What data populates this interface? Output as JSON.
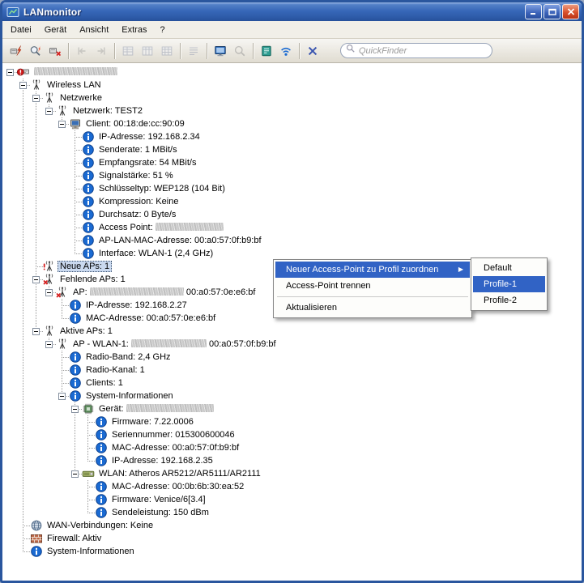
{
  "colors": {
    "titlebar-blue": "#3767b8",
    "close-red": "#c1351d",
    "menu-highlight": "#3163c5",
    "selection-bg": "#cad9ef",
    "info-blue": "#1a6ad2"
  },
  "window": {
    "title": "LANmonitor",
    "controls": [
      {
        "name": "minimize"
      },
      {
        "name": "maximize"
      },
      {
        "name": "close"
      }
    ]
  },
  "menubar": {
    "items": [
      {
        "label": "Datei",
        "name": "datei"
      },
      {
        "label": "Gerät",
        "name": "geraet"
      },
      {
        "label": "Ansicht",
        "name": "ansicht"
      },
      {
        "label": "Extras",
        "name": "extras"
      },
      {
        "label": "?",
        "name": "hilfe"
      }
    ]
  },
  "toolbar": {
    "quickfinder_placeholder": "QuickFinder",
    "groups": [
      [
        {
          "icon": "device-connect",
          "enabled": true
        },
        {
          "icon": "device-search",
          "enabled": true
        },
        {
          "icon": "device-disconnect",
          "enabled": true
        }
      ],
      [
        {
          "icon": "nav-prev",
          "enabled": false
        },
        {
          "icon": "nav-next",
          "enabled": false
        }
      ],
      [
        {
          "icon": "view-table",
          "enabled": false
        },
        {
          "icon": "view-columns",
          "enabled": false
        },
        {
          "icon": "view-grid",
          "enabled": false
        }
      ],
      [
        {
          "icon": "view-list",
          "enabled": false
        }
      ],
      [
        {
          "icon": "monitor",
          "enabled": true
        },
        {
          "icon": "magnifier",
          "enabled": false
        }
      ],
      [
        {
          "icon": "trace",
          "enabled": true
        },
        {
          "icon": "wifi",
          "enabled": true
        }
      ],
      [
        {
          "icon": "close-x",
          "enabled": true
        }
      ]
    ]
  },
  "tree": {
    "rows": [
      {
        "level": 0,
        "icon": "device-alert",
        "name": "device-root",
        "parts": [
          {
            "blur": 103
          }
        ]
      },
      {
        "level": 1,
        "icon": "wlan-antenna",
        "name": "wireless-lan",
        "parts": [
          {
            "text": "Wireless LAN"
          }
        ]
      },
      {
        "level": 2,
        "icon": "wlan-antenna",
        "name": "netzwerke",
        "parts": [
          {
            "text": "Netzwerke"
          }
        ]
      },
      {
        "level": 3,
        "icon": "wlan-antenna",
        "name": "netzwerk-test2",
        "parts": [
          {
            "text": "Netzwerk: TEST2"
          }
        ]
      },
      {
        "level": 4,
        "icon": "client-computer",
        "name": "client",
        "parts": [
          {
            "text": "Client: 00:18:de:cc:90:09"
          }
        ]
      },
      {
        "level": 5,
        "icon": "info",
        "name": "client-ip",
        "parts": [
          {
            "text": "IP-Adresse: 192.168.2.34"
          }
        ]
      },
      {
        "level": 5,
        "icon": "info",
        "name": "senderate",
        "parts": [
          {
            "text": "Senderate: 1 MBit/s"
          }
        ]
      },
      {
        "level": 5,
        "icon": "info",
        "name": "empfangsrate",
        "parts": [
          {
            "text": "Empfangsrate: 54 MBit/s"
          }
        ]
      },
      {
        "level": 5,
        "icon": "info",
        "name": "signalstaerke",
        "parts": [
          {
            "text": "Signalstärke: 51 %"
          }
        ]
      },
      {
        "level": 5,
        "icon": "info",
        "name": "schluesseltyp",
        "parts": [
          {
            "text": "Schlüsseltyp: WEP128 (104 Bit)"
          }
        ]
      },
      {
        "level": 5,
        "icon": "info",
        "name": "kompression",
        "parts": [
          {
            "text": "Kompression: Keine"
          }
        ]
      },
      {
        "level": 5,
        "icon": "info",
        "name": "durchsatz",
        "parts": [
          {
            "text": "Durchsatz: 0 Byte/s"
          }
        ]
      },
      {
        "level": 5,
        "icon": "info",
        "name": "access-point",
        "parts": [
          {
            "text": "Access Point: "
          },
          {
            "blur": 84
          }
        ]
      },
      {
        "level": 5,
        "icon": "info",
        "name": "ap-lan-mac",
        "parts": [
          {
            "text": "AP-LAN-MAC-Adresse: 00:a0:57:0f:b9:bf"
          }
        ]
      },
      {
        "level": 5,
        "icon": "info",
        "name": "interface",
        "parts": [
          {
            "text": "Interface: WLAN-1 (2,4 GHz)"
          }
        ]
      },
      {
        "level": 2,
        "icon": "ap-new",
        "name": "neue-aps",
        "selected": true,
        "parts": [
          {
            "text": "Neue APs: 1"
          }
        ]
      },
      {
        "level": 2,
        "icon": "ap-missing",
        "name": "fehlende-aps",
        "parts": [
          {
            "text": "Fehlende APs: 1"
          }
        ]
      },
      {
        "level": 3,
        "icon": "ap-missing",
        "name": "missing-ap",
        "parts": [
          {
            "text": "AP: "
          },
          {
            "blur": 116
          },
          {
            "text": " 00:a0:57:0e:e6:bf"
          }
        ]
      },
      {
        "level": 4,
        "icon": "info",
        "name": "missing-ap-ip",
        "parts": [
          {
            "text": "IP-Adresse: 192.168.2.27"
          }
        ]
      },
      {
        "level": 4,
        "icon": "info",
        "name": "missing-ap-mac",
        "parts": [
          {
            "text": "MAC-Adresse: 00:a0:57:0e:e6:bf"
          }
        ]
      },
      {
        "level": 2,
        "icon": "wlan-antenna",
        "name": "aktive-aps",
        "parts": [
          {
            "text": "Aktive APs: 1"
          }
        ]
      },
      {
        "level": 3,
        "icon": "wlan-antenna",
        "name": "active-ap",
        "parts": [
          {
            "text": "AP - WLAN-1: "
          },
          {
            "blur": 93
          },
          {
            "text": " 00:a0:57:0f:b9:bf"
          }
        ]
      },
      {
        "level": 4,
        "icon": "info",
        "name": "radio-band",
        "parts": [
          {
            "text": "Radio-Band: 2,4 GHz"
          }
        ]
      },
      {
        "level": 4,
        "icon": "info",
        "name": "radio-kanal",
        "parts": [
          {
            "text": "Radio-Kanal: 1"
          }
        ]
      },
      {
        "level": 4,
        "icon": "info",
        "name": "clients-count",
        "parts": [
          {
            "text": "Clients: 1"
          }
        ]
      },
      {
        "level": 4,
        "icon": "info",
        "name": "system-informationen",
        "parts": [
          {
            "text": "System-Informationen"
          }
        ]
      },
      {
        "level": 5,
        "icon": "chip",
        "name": "geraet",
        "parts": [
          {
            "text": "Gerät: "
          },
          {
            "blur": 108
          }
        ]
      },
      {
        "level": 6,
        "icon": "info",
        "name": "firmware",
        "parts": [
          {
            "text": "Firmware: 7.22.0006"
          }
        ]
      },
      {
        "level": 6,
        "icon": "info",
        "name": "seriennummer",
        "parts": [
          {
            "text": "Seriennummer: 015300600046"
          }
        ]
      },
      {
        "level": 6,
        "icon": "info",
        "name": "geraet-mac",
        "parts": [
          {
            "text": "MAC-Adresse: 00:a0:57:0f:b9:bf"
          }
        ]
      },
      {
        "level": 6,
        "icon": "info",
        "name": "geraet-ip",
        "parts": [
          {
            "text": "IP-Adresse: 192.168.2.35"
          }
        ]
      },
      {
        "level": 5,
        "icon": "wlan-card",
        "name": "wlan-chipset",
        "parts": [
          {
            "text": "WLAN: Atheros AR5212/AR5111/AR2111"
          }
        ]
      },
      {
        "level": 6,
        "icon": "info",
        "name": "wlan-mac",
        "parts": [
          {
            "text": "MAC-Adresse: 00:0b:6b:30:ea:52"
          }
        ]
      },
      {
        "level": 6,
        "icon": "info",
        "name": "wlan-firmware",
        "parts": [
          {
            "text": "Firmware: Venice/6[3.4]"
          }
        ]
      },
      {
        "level": 6,
        "icon": "info",
        "name": "sendeleistung",
        "parts": [
          {
            "text": "Sendeleistung: 150 dBm"
          }
        ]
      },
      {
        "level": 1,
        "icon": "wan-globe",
        "name": "wan-verbindungen",
        "parts": [
          {
            "text": "WAN-Verbindungen: Keine"
          }
        ]
      },
      {
        "level": 1,
        "icon": "firewall-wall",
        "name": "firewall",
        "parts": [
          {
            "text": "Firewall: Aktiv"
          }
        ]
      },
      {
        "level": 1,
        "icon": "info",
        "name": "system-informationen-root",
        "parts": [
          {
            "text": "System-Informationen"
          }
        ]
      }
    ]
  },
  "context_menu": {
    "items": [
      {
        "label": "Neuer Access-Point zu Profil zuordnen",
        "name": "assign-profile",
        "highlighted": true,
        "submenu_arrow": true
      },
      {
        "label": "Access-Point trennen",
        "name": "disconnect-ap"
      },
      {
        "separator": true
      },
      {
        "label": "Aktualisieren",
        "name": "refresh"
      }
    ]
  },
  "profile_submenu": {
    "items": [
      {
        "label": "Default",
        "name": "default"
      },
      {
        "label": "Profile-1",
        "name": "profile-1",
        "highlighted": true
      },
      {
        "label": "Profile-2",
        "name": "profile-2"
      }
    ]
  }
}
